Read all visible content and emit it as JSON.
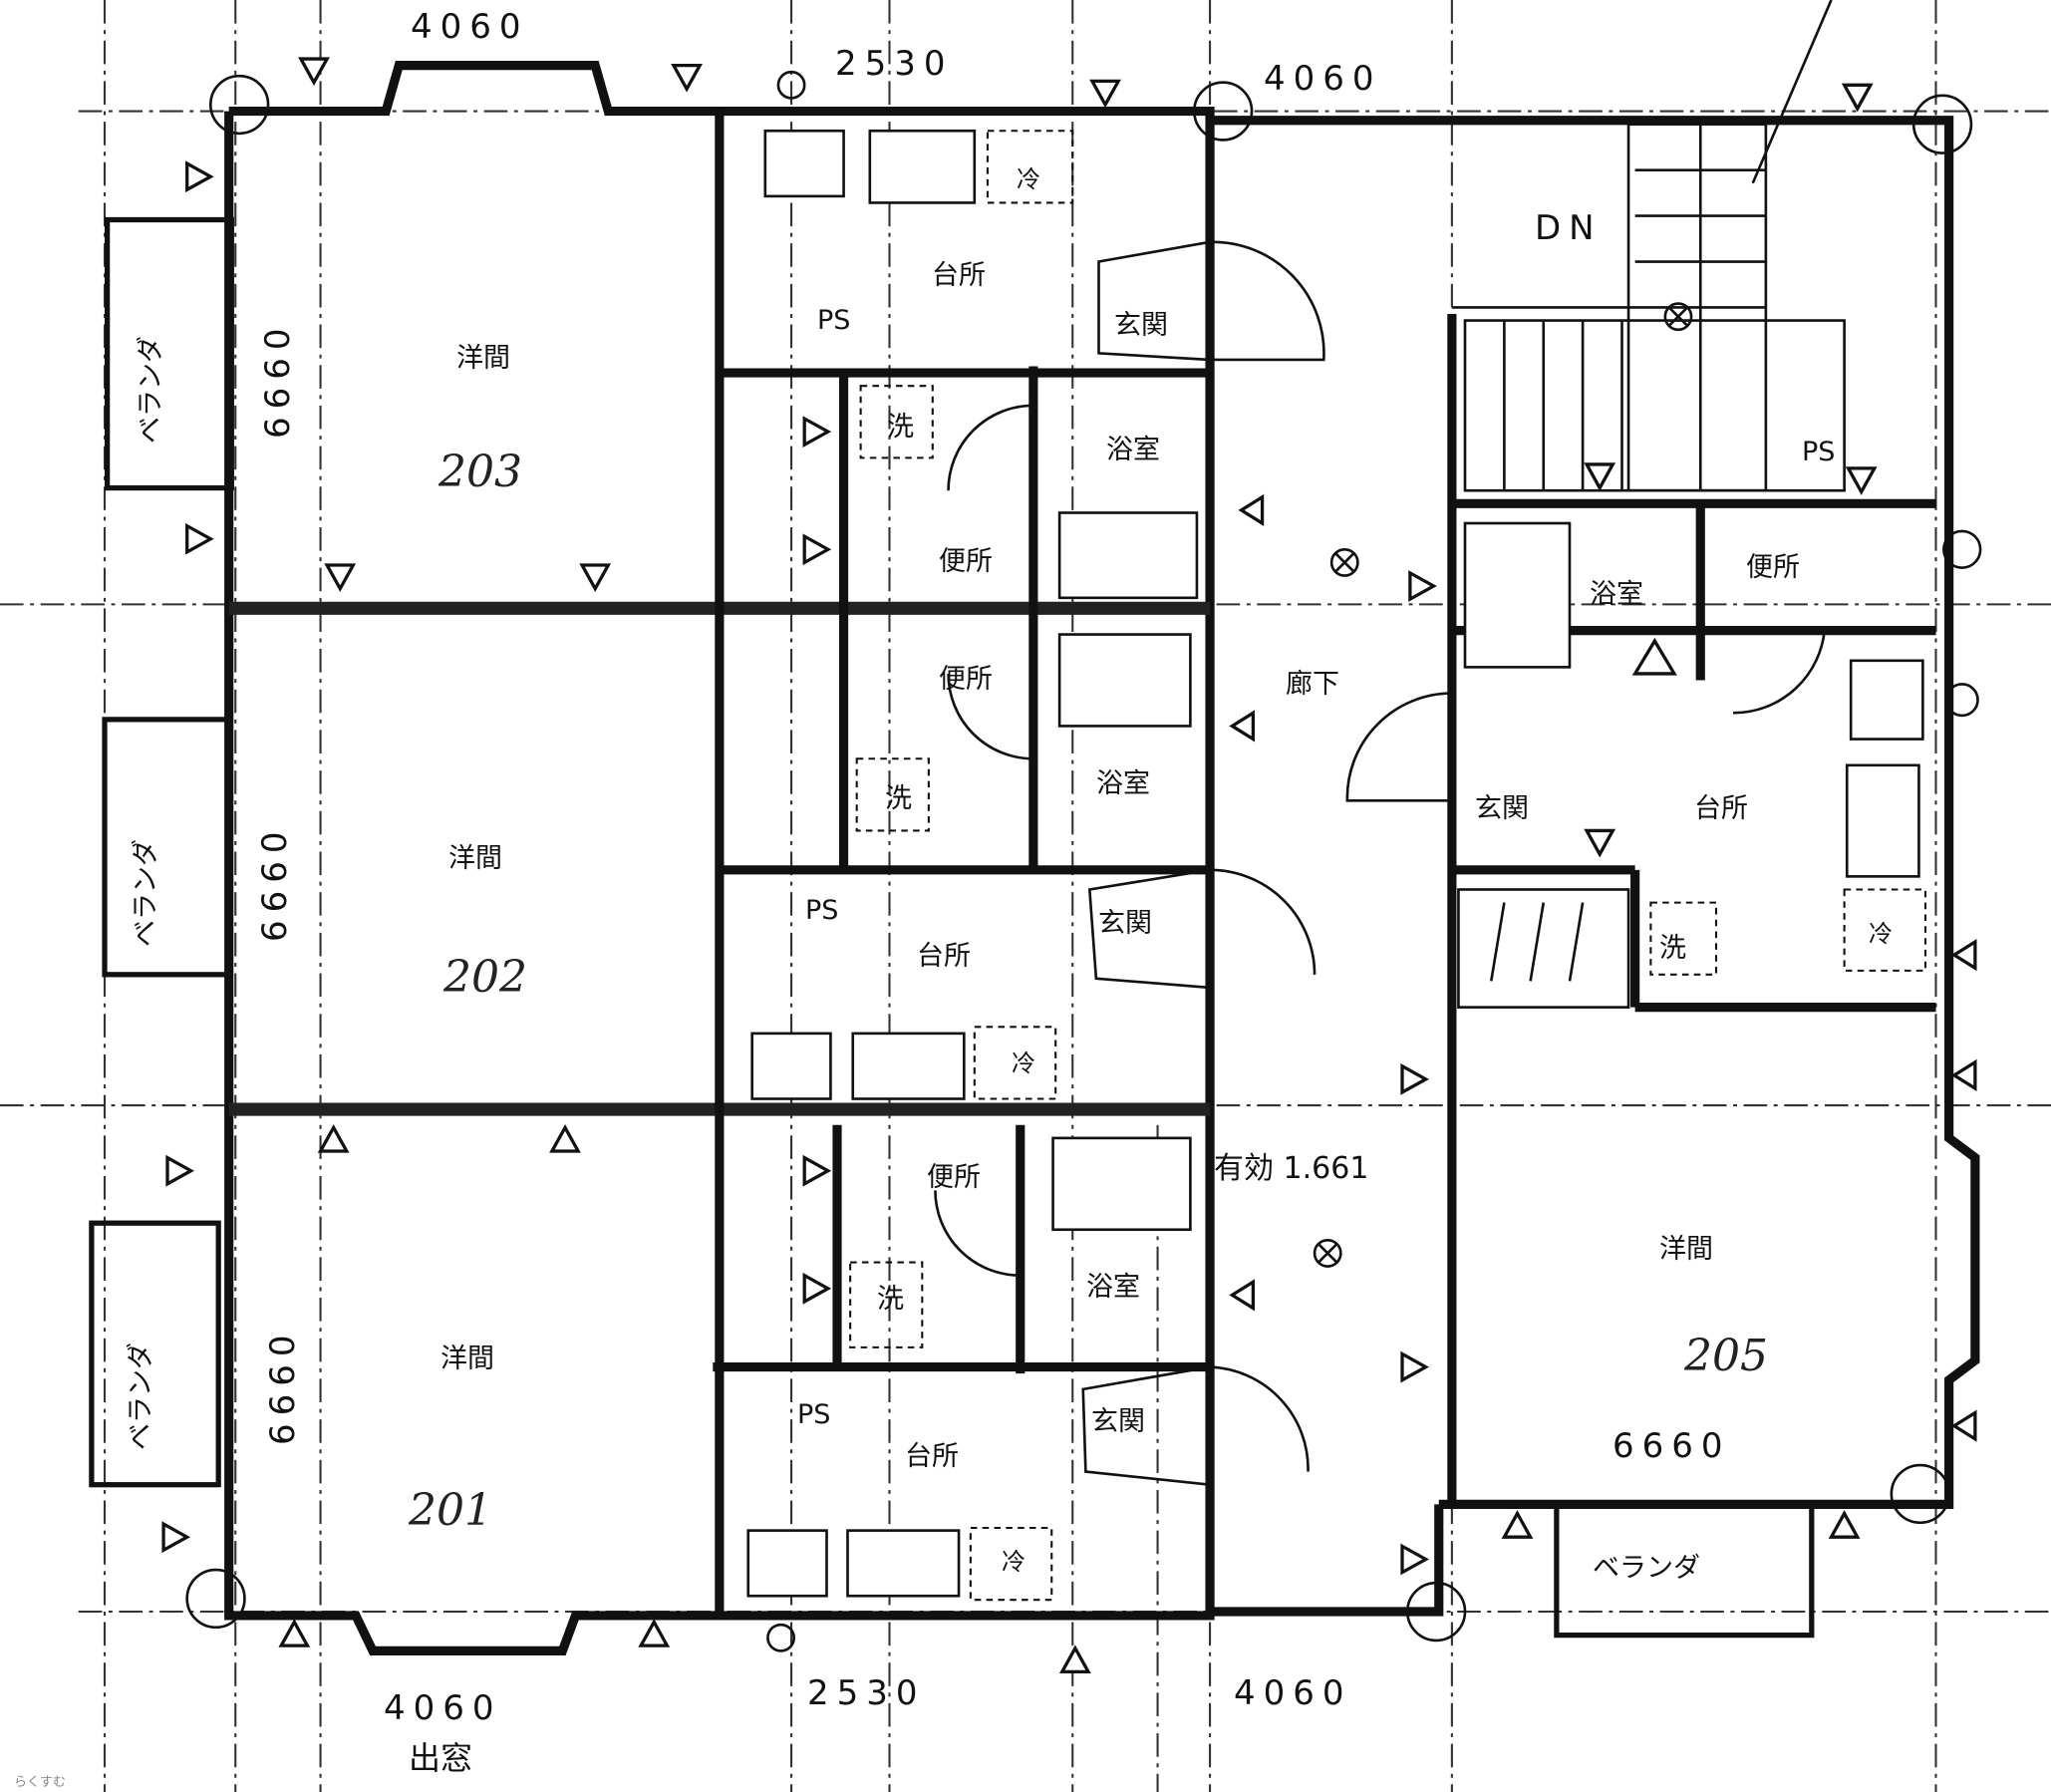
{
  "dimensions": {
    "top_left": "4060",
    "top_mid": "2530",
    "top_right": "4060",
    "bottom_left": "4060",
    "bottom_mid": "2530",
    "bottom_right": "4060",
    "bay_window": "出窓"
  },
  "unit_203": {
    "number": "203",
    "western_room": "洋間",
    "depth": "6660",
    "veranda": "ベランダ",
    "kitchen": "台所",
    "ps": "PS",
    "entrance": "玄関",
    "bath": "浴室",
    "washer": "洗",
    "toilet": "便所",
    "fridge": "冷"
  },
  "unit_202": {
    "number": "202",
    "western_room": "洋間",
    "depth": "6660",
    "veranda": "ベランダ",
    "kitchen": "台所",
    "ps": "PS",
    "entrance": "玄関",
    "bath": "浴室",
    "washer": "洗",
    "toilet": "便所",
    "fridge": "冷"
  },
  "unit_201": {
    "number": "201",
    "western_room": "洋間",
    "depth": "6660",
    "veranda": "ベランダ",
    "kitchen": "台所",
    "ps": "PS",
    "entrance": "玄関",
    "bath": "浴室",
    "washer": "洗",
    "toilet": "便所",
    "fridge": "冷"
  },
  "unit_205": {
    "number": "205",
    "western_room": "洋間",
    "width": "6660",
    "veranda": "ベランダ",
    "kitchen": "台所",
    "ps": "PS",
    "entrance": "玄関",
    "bath": "浴室",
    "washer": "洗",
    "toilet": "便所",
    "fridge": "冷"
  },
  "common": {
    "corridor": "廊下",
    "stairs_down": "DN",
    "effective_width": "有効 1.661"
  },
  "watermark": "らくすむ"
}
